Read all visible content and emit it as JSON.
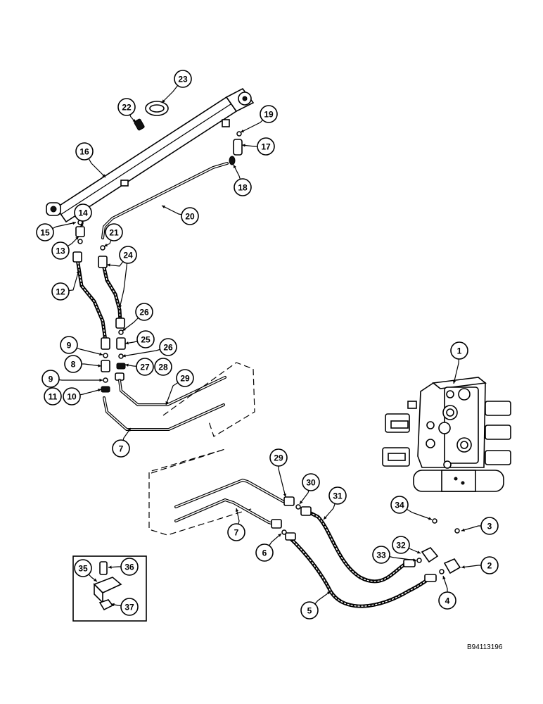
{
  "reference_code": "B94113196",
  "callouts": [
    {
      "n": "1"
    },
    {
      "n": "2"
    },
    {
      "n": "3"
    },
    {
      "n": "4"
    },
    {
      "n": "5"
    },
    {
      "n": "6"
    },
    {
      "n": "7"
    },
    {
      "n": "7"
    },
    {
      "n": "8"
    },
    {
      "n": "9"
    },
    {
      "n": "9"
    },
    {
      "n": "10"
    },
    {
      "n": "11"
    },
    {
      "n": "12"
    },
    {
      "n": "13"
    },
    {
      "n": "14"
    },
    {
      "n": "15"
    },
    {
      "n": "16"
    },
    {
      "n": "17"
    },
    {
      "n": "18"
    },
    {
      "n": "19"
    },
    {
      "n": "20"
    },
    {
      "n": "21"
    },
    {
      "n": "22"
    },
    {
      "n": "23"
    },
    {
      "n": "24"
    },
    {
      "n": "25"
    },
    {
      "n": "26"
    },
    {
      "n": "26"
    },
    {
      "n": "27"
    },
    {
      "n": "28"
    },
    {
      "n": "29"
    },
    {
      "n": "29"
    },
    {
      "n": "30"
    },
    {
      "n": "31"
    },
    {
      "n": "32"
    },
    {
      "n": "33"
    },
    {
      "n": "34"
    },
    {
      "n": "35"
    },
    {
      "n": "36"
    },
    {
      "n": "37"
    }
  ]
}
